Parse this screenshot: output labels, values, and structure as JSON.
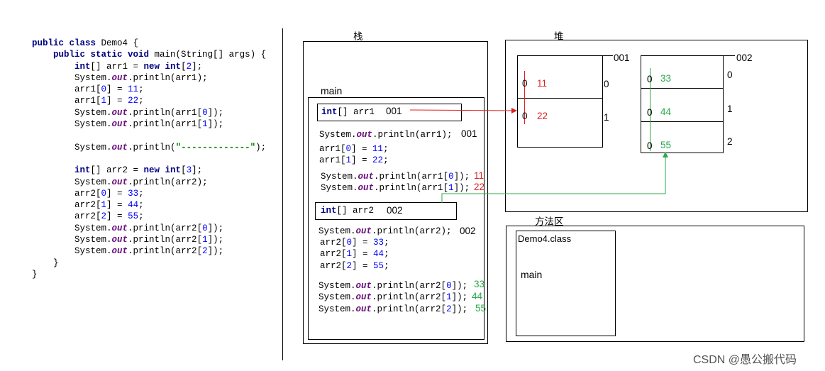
{
  "source_code": {
    "lines": [
      [
        "public class",
        " Demo4 {"
      ],
      [
        "    public static void",
        " main(String[] args) {"
      ],
      [
        "        int",
        "[] arr1 = ",
        "new int",
        "[",
        "2",
        "];"
      ],
      [
        "        System.",
        "out",
        ".println(arr1);"
      ],
      [
        "        arr1[",
        "0",
        "] = ",
        "11",
        ";"
      ],
      [
        "        arr1[",
        "1",
        "] = ",
        "22",
        ";"
      ],
      [
        "        System.",
        "out",
        ".println(arr1[",
        "0",
        "]);"
      ],
      [
        "        System.",
        "out",
        ".println(arr1[",
        "1",
        "]);"
      ],
      [
        ""
      ],
      [
        "        System.",
        "out",
        ".println(",
        "\"-------------\"",
        ");"
      ],
      [
        ""
      ],
      [
        "        int",
        "[] arr2 = ",
        "new int",
        "[",
        "3",
        "];"
      ],
      [
        "        System.",
        "out",
        ".println(arr2);"
      ],
      [
        "        arr2[",
        "0",
        "] = ",
        "33",
        ";"
      ],
      [
        "        arr2[",
        "1",
        "] = ",
        "44",
        ";"
      ],
      [
        "        arr2[",
        "2",
        "] = ",
        "55",
        ";"
      ],
      [
        "        System.",
        "out",
        ".println(arr2[",
        "0",
        "]);"
      ],
      [
        "        System.",
        "out",
        ".println(arr2[",
        "1",
        "]);"
      ],
      [
        "        System.",
        "out",
        ".println(arr2[",
        "2",
        "]);"
      ],
      [
        "    }"
      ],
      [
        "}"
      ]
    ]
  },
  "stack": {
    "title": "栈",
    "frame_label": "main",
    "var1": {
      "type": "int",
      "rest": "[] arr1",
      "addr": "001"
    },
    "print_arr1": {
      "pre": "System.",
      "out": "out",
      "post": ".println(arr1);",
      "result": "001"
    },
    "arr1_assign": [
      {
        "pre": "arr1[",
        "idx": "0",
        "mid": "] = ",
        "val": "11",
        "end": ";"
      },
      {
        "pre": "arr1[",
        "idx": "1",
        "mid": "] = ",
        "val": "22",
        "end": ";"
      }
    ],
    "arr1_prints": [
      {
        "pre": "System.",
        "out": "out",
        "mid": ".println(arr1[",
        "idx": "0",
        "end": "]);",
        "result": "11"
      },
      {
        "pre": "System.",
        "out": "out",
        "mid": ".println(arr1[",
        "idx": "1",
        "end": "]);",
        "result": "22"
      }
    ],
    "var2": {
      "type": "int",
      "rest": "[] arr2",
      "addr": "002"
    },
    "print_arr2": {
      "pre": "System.",
      "out": "out",
      "post": ".println(arr2);",
      "result": "002"
    },
    "arr2_assign": [
      {
        "pre": "arr2[",
        "idx": "0",
        "mid": "] = ",
        "val": "33",
        "end": ";"
      },
      {
        "pre": "arr2[",
        "idx": "1",
        "mid": "] = ",
        "val": "44",
        "end": ";"
      },
      {
        "pre": "arr2[",
        "idx": "2",
        "mid": "] = ",
        "val": "55",
        "end": ";"
      }
    ],
    "arr2_prints": [
      {
        "pre": "System.",
        "out": "out",
        "mid": ".println(arr2[",
        "idx": "0",
        "end": "]);",
        "result": "33"
      },
      {
        "pre": "System.",
        "out": "out",
        "mid": ".println(arr2[",
        "idx": "1",
        "end": "]);",
        "result": "44"
      },
      {
        "pre": "System.",
        "out": "out",
        "mid": ".println(arr2[",
        "idx": "2",
        "end": "]);",
        "result": "55"
      }
    ]
  },
  "heap": {
    "title": "堆",
    "array1": {
      "addr": "001",
      "cells": [
        {
          "old": "0",
          "val": "11"
        },
        {
          "old": "0",
          "val": "22"
        }
      ],
      "indices": [
        "0",
        "1"
      ]
    },
    "array2": {
      "addr": "002",
      "cells": [
        {
          "old": "0",
          "val": "33"
        },
        {
          "old": "0",
          "val": "44"
        },
        {
          "old": "0",
          "val": "55"
        }
      ],
      "indices": [
        "0",
        "1",
        "2"
      ]
    }
  },
  "method_area": {
    "title": "方法区",
    "class_name": "Demo4.class",
    "method": "main"
  },
  "watermark": "CSDN @愚公搬代码",
  "colors": {
    "red": "#e02020",
    "green": "#2aa84a",
    "keyword": "#000080",
    "field": "#660e7a",
    "number": "#0000ff",
    "string": "#008000"
  }
}
